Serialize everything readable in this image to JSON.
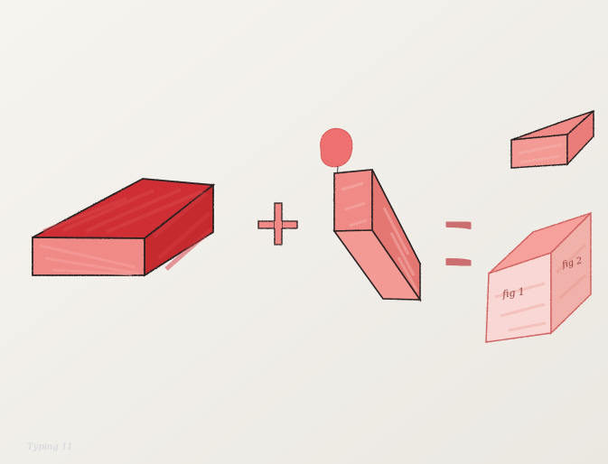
{
  "sketch": {
    "background": "#f1efe8",
    "colors": {
      "dark_red": "#cf2f34",
      "light_red": "#f08a86",
      "outline": "#2a2222",
      "accent": "#e67b7b"
    },
    "labels": {
      "front": "fig 1",
      "side": "fig 2",
      "footer": "Typing 11"
    }
  }
}
